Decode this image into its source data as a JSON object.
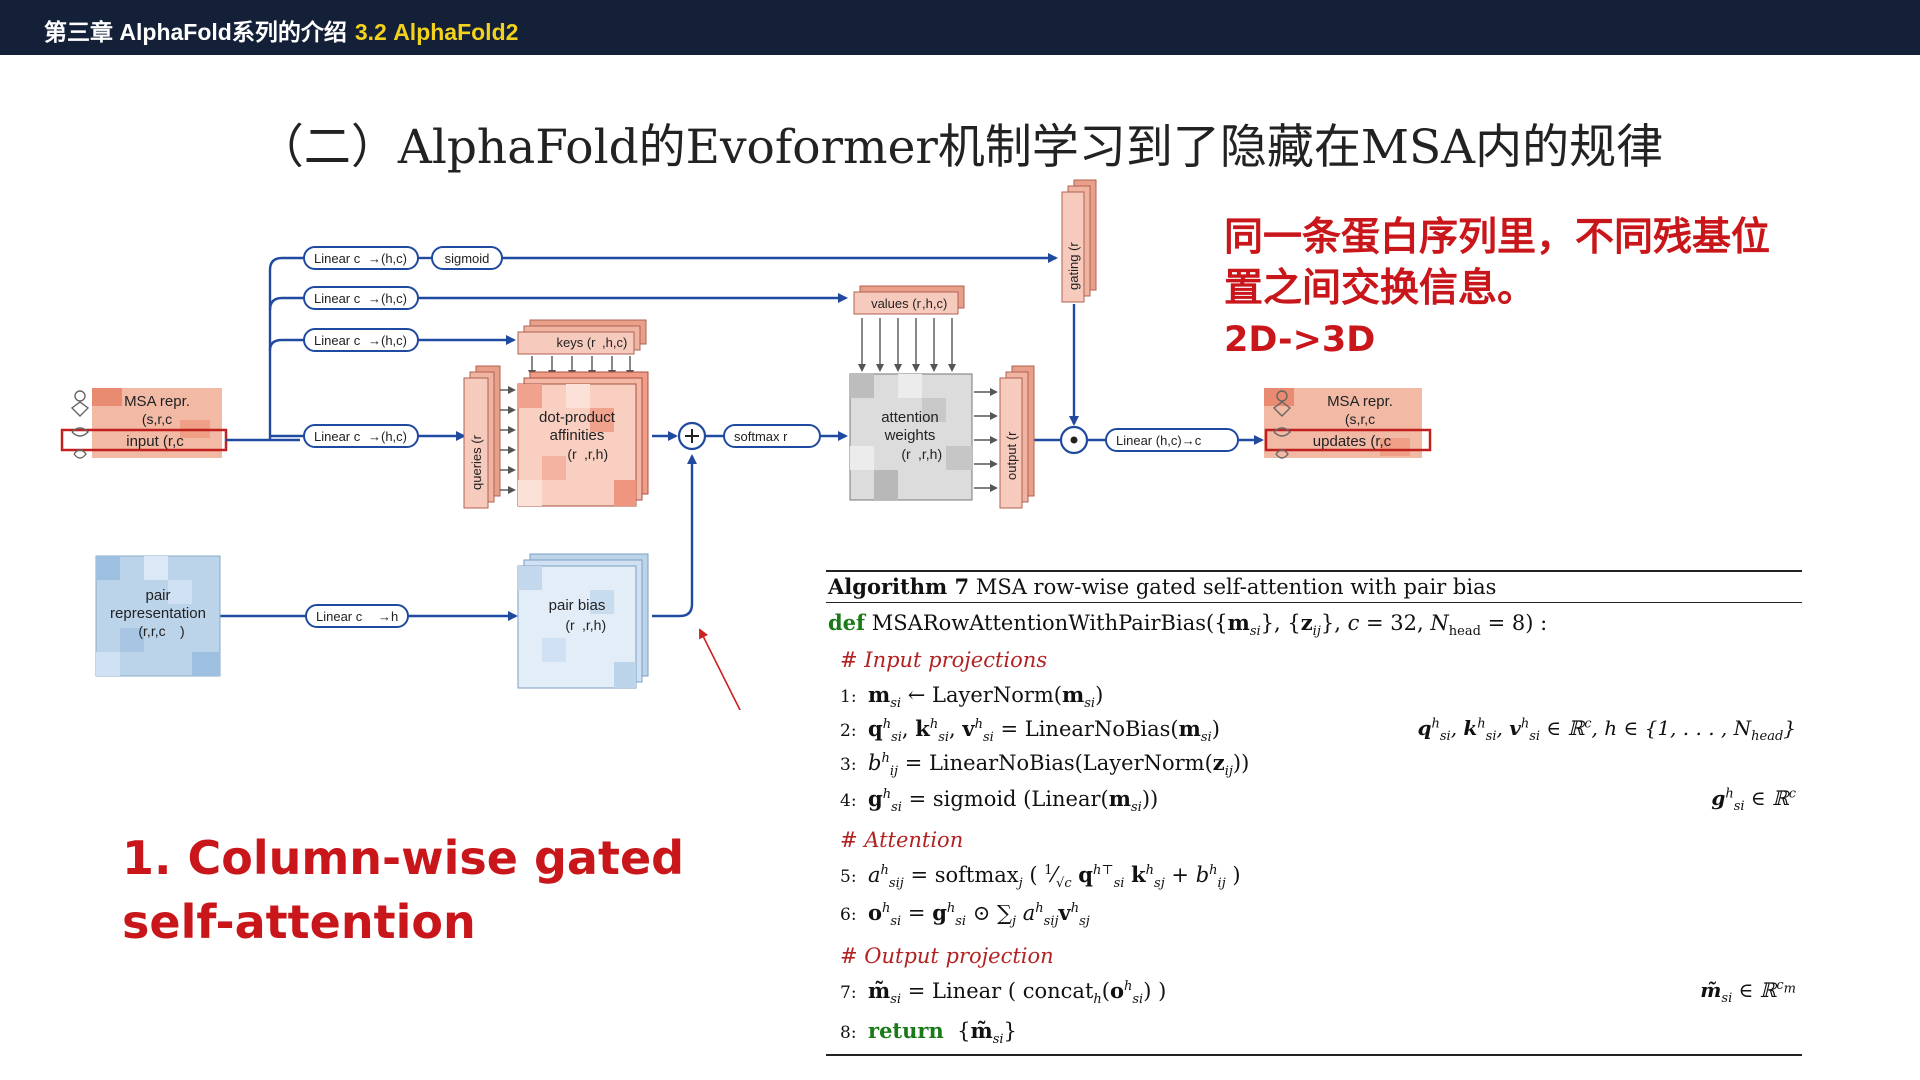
{
  "header": {
    "breadcrumb": "第三章 AlphaFold系列的介绍",
    "section": "3.2 AlphaFold2"
  },
  "slide_title": "（二）AlphaFold的Evoformer机制学习到了隐藏在MSA内的规律",
  "note": {
    "line1": "同一条蛋白序列里，不同残基位",
    "line2": "置之间交换信息。",
    "line3": "2D->3D"
  },
  "subheading": "1. Column-wise gated self-attention",
  "diagram": {
    "msa_in_title": "MSA repr.",
    "msa_in_shape": "(s,r,c",
    "msa_in_label": "input (r,c",
    "msa_out_title": "MSA repr.",
    "msa_out_shape": "(s,r,c",
    "msa_out_label": "updates (r,c",
    "linear_1": "Linear c",
    "linear_2": "Linear c",
    "linear_3": "Linear c",
    "linear_4": "Linear c",
    "linear_out": "Linear (h,c)→c",
    "linear_pair": "Linear c",
    "sigmoid": "sigmoid",
    "softmax": "softmax r",
    "values": "values (r",
    "keys": "keys (r",
    "queries": "queries (r",
    "gating": "gating (r",
    "output": "output (r",
    "dot_product_1": "dot-product",
    "dot_product_2": "affinities",
    "dot_product_3": "(r",
    "attention_1": "attention",
    "attention_2": "weights",
    "attention_3": "(r",
    "pair_repr_1": "pair",
    "pair_repr_2": "representation",
    "pair_repr_3": "(r,r,c",
    "pair_bias_1": "pair bias",
    "pair_bias_2": "(r"
  },
  "algorithm": {
    "label": "Algorithm 7",
    "title": "MSA row-wise gated self-attention with pair bias",
    "def_keyword": "def",
    "signature": "MSARowAttentionWithPairBias",
    "comment_input": "# Input projections",
    "comment_attention": "# Attention",
    "comment_output": "# Output projection",
    "return_keyword": "return"
  },
  "colors": {
    "header_bg": "#142038",
    "header_highlight": "#f2d21c",
    "accent_red": "#c8161b",
    "arrow_blue": "#1f4aa0",
    "msa_red": "#f2b9a5",
    "pair_blue": "#bcd4ea",
    "keyword_green": "#1a7a1a"
  }
}
